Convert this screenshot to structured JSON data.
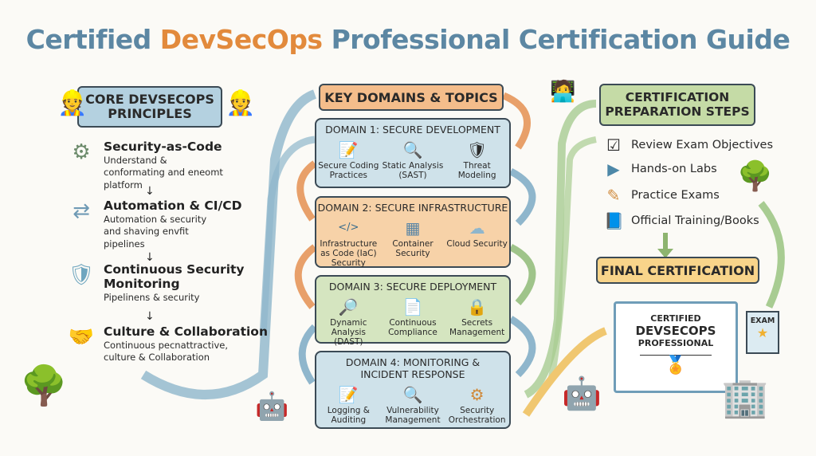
{
  "title": {
    "part1": "Certified ",
    "accent": "DevSecOps",
    "part2": " Professional Certification Guide"
  },
  "principles": {
    "heading": "CORE DEVSECOPS PRINCIPLES",
    "items": [
      {
        "title": "Security-as-Code",
        "desc": "Understand & conformating and eneomt platform",
        "icon": "gears-icon"
      },
      {
        "title": "Automation & CI/CD",
        "desc": "Automation & security and shaving envfit pipelines",
        "icon": "pipeline-arrows-icon"
      },
      {
        "title": "Continuous Security Monitoring",
        "desc": "Pipelinens & security",
        "icon": "shield-check-icon"
      },
      {
        "title": "Culture & Collaboration",
        "desc": "Continuous pecnattractive, culture & Collaboration",
        "icon": "handshake-icon"
      }
    ]
  },
  "domains": {
    "heading": "KEY DOMAINS & TOPICS",
    "items": [
      {
        "title": "DOMAIN 1: SECURE DEVELOPMENT",
        "color": "#cfe2ea",
        "topics": [
          "Secure Coding Practices",
          "Static Analysis (SAST)",
          "Threat Modeling"
        ],
        "icons": [
          "📝",
          "🔍",
          "🛡"
        ]
      },
      {
        "title": "DOMAIN 2: SECURE INFRASTRUCTURE",
        "color": "#f7d2a8",
        "topics": [
          "Infrastructure as Code (IaC) Security",
          "Container Security",
          "Cloud Security"
        ],
        "icons": [
          "</>",
          "▦",
          "☁"
        ]
      },
      {
        "title": "DOMAIN 3: SECURE DEPLOYMENT",
        "color": "#d5e5c0",
        "topics": [
          "Dynamic Analysis (DAST)",
          "Continuous Compliance",
          "Secrets Management"
        ],
        "icons": [
          "🔎",
          "📄",
          "🔒"
        ]
      },
      {
        "title": "DOMAIN 4: MONITORING & INCIDENT RESPONSE",
        "color": "#cfe2ea",
        "topics": [
          "Logging & Auditing",
          "Vulnerability Management",
          "Security Orchestration"
        ],
        "icons": [
          "📝",
          "🔍",
          "⚙"
        ]
      }
    ]
  },
  "preparation": {
    "heading": "CERTIFICATION PREPARATION STEPS",
    "steps": [
      {
        "label": "Review Exam Objectives",
        "icon": "☑"
      },
      {
        "label": "Hands-on Labs",
        "icon": "▶"
      },
      {
        "label": "Practice Exams",
        "icon": "✎"
      },
      {
        "label": "Official Training/Books",
        "icon": "📘"
      }
    ]
  },
  "final": {
    "heading": "FINAL CERTIFICATION",
    "certificate": {
      "line1": "CERTIFIED",
      "line2": "DEVSECOPS",
      "line3": "PROFESSIONAL"
    },
    "exam_label": "EXAM"
  }
}
